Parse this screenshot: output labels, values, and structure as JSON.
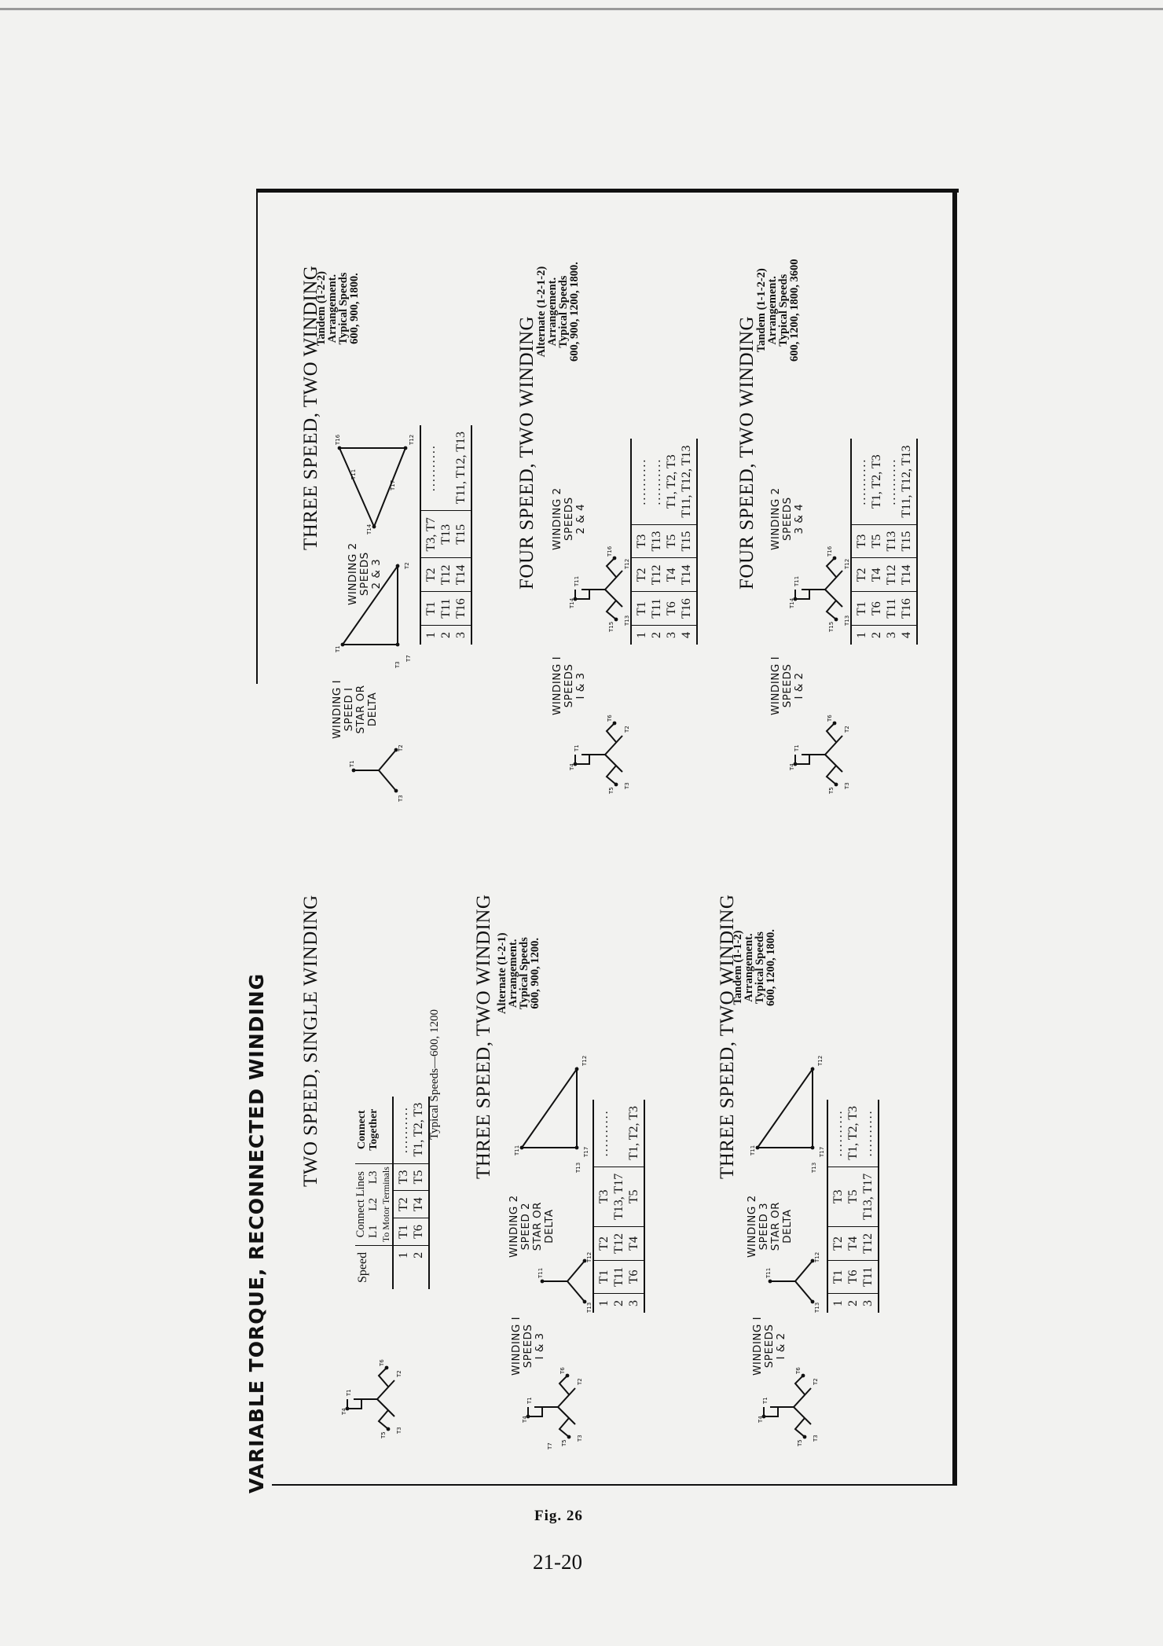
{
  "title": "VARIABLE TORQUE, RECONNECTED WINDING",
  "figure_caption": "Fig. 26",
  "page_number": "21-20",
  "left": {
    "two_speed_single": {
      "title": "TWO SPEED, SINGLE WINDING",
      "header_speed": "Speed",
      "header_connect_lines": "Connect Lines",
      "header_to_motor": "To Motor Terminals",
      "header_l1": "L1",
      "header_l2": "L2",
      "header_l3": "L3",
      "header_connect": "Connect",
      "header_together": "Together",
      "rows": [
        {
          "speed": "1",
          "l1": "T1",
          "l2": "T2",
          "l3": "T3",
          "together": ".........."
        },
        {
          "speed": "2",
          "l1": "T6",
          "l2": "T4",
          "l3": "T5",
          "together": "T1, T2, T3"
        }
      ],
      "typical": "Typical Speeds—600, 1200"
    },
    "three_speed_a": {
      "title": "THREE SPEED, TWO WINDING",
      "w1": [
        "WINDING I",
        "SPEEDS",
        "I & 3"
      ],
      "w2": [
        "WINDING 2",
        "SPEED 2",
        "STAR OR",
        "DELTA"
      ],
      "arr": [
        "Alternate (1-2-1)",
        "Arrangement.",
        "Typical Speeds",
        "600, 900, 1200."
      ],
      "rows": [
        {
          "speed": "1",
          "l1": "T1",
          "l2": "T2",
          "l3": "T3",
          "together": ".........."
        },
        {
          "speed": "2",
          "l1": "T11",
          "l2": "T12",
          "l3": "T13, T17",
          "together": ""
        },
        {
          "speed": "3",
          "l1": "T6",
          "l2": "T4",
          "l3": "T5",
          "together": "T1, T2, T3"
        }
      ]
    },
    "three_speed_b": {
      "title": "THREE SPEED, TWO WINDING",
      "w1": [
        "WINDING I",
        "SPEEDS",
        "I & 2"
      ],
      "w2": [
        "WINDING 2",
        "SPEED 3",
        "STAR OR",
        "DELTA"
      ],
      "arr": [
        "Tandem (1-1-2)",
        "Arrangement.",
        "Typical Speeds",
        "600, 1200, 1800."
      ],
      "rows": [
        {
          "speed": "1",
          "l1": "T1",
          "l2": "T2",
          "l3": "T3",
          "together": ".........."
        },
        {
          "speed": "2",
          "l1": "T6",
          "l2": "T4",
          "l3": "T5",
          "together": "T1, T2, T3"
        },
        {
          "speed": "3",
          "l1": "T11",
          "l2": "T12",
          "l3": "T13, T17",
          "together": ".........."
        }
      ]
    }
  },
  "right": {
    "three_speed_c": {
      "title": "THREE SPEED, TWO WINDING",
      "w1": [
        "WINDING I",
        "SPEED I",
        "STAR OR",
        "DELTA"
      ],
      "w2": [
        "WINDING 2",
        "SPEEDS",
        "2 & 3"
      ],
      "arr": [
        "Tandem (1-2-2)",
        "Arrangement.",
        "Typical Speeds",
        "600, 900, 1800."
      ],
      "rows": [
        {
          "speed": "1",
          "l1": "T1",
          "l2": "T2",
          "l3": "T3, T7",
          "together": ".........."
        },
        {
          "speed": "2",
          "l1": "T11",
          "l2": "T12",
          "l3": "T13",
          "together": ""
        },
        {
          "speed": "3",
          "l1": "T16",
          "l2": "T14",
          "l3": "T15",
          "together": "T11, T12, T13"
        }
      ]
    },
    "four_speed_a": {
      "title": "FOUR SPEED, TWO WINDING",
      "w1": [
        "WINDING I",
        "SPEEDS",
        "I & 3"
      ],
      "w2": [
        "WINDING 2",
        "SPEEDS",
        "2 & 4"
      ],
      "arr": [
        "Alternate (1-2-1-2)",
        "Arrangement.",
        "Typical Speeds",
        "600, 900, 1200, 1800."
      ],
      "rows": [
        {
          "speed": "1",
          "l1": "T1",
          "l2": "T2",
          "l3": "T3",
          "together": ".........."
        },
        {
          "speed": "2",
          "l1": "T11",
          "l2": "T12",
          "l3": "T13",
          "together": ".........."
        },
        {
          "speed": "3",
          "l1": "T6",
          "l2": "T4",
          "l3": "T5",
          "together": "T1, T2, T3"
        },
        {
          "speed": "4",
          "l1": "T16",
          "l2": "T14",
          "l3": "T15",
          "together": "T11, T12, T13"
        }
      ]
    },
    "four_speed_b": {
      "title": "FOUR SPEED, TWO WINDING",
      "w1": [
        "WINDING I",
        "SPEEDS",
        "I & 2"
      ],
      "w2": [
        "WINDING 2",
        "SPEEDS",
        "3 & 4"
      ],
      "arr": [
        "Tandem (1-1-2-2)",
        "Arrangement.",
        "Typical Speeds",
        "600, 1200, 1800, 3600"
      ],
      "rows": [
        {
          "speed": "1",
          "l1": "T1",
          "l2": "T2",
          "l3": "T3",
          "together": ".........."
        },
        {
          "speed": "2",
          "l1": "T6",
          "l2": "T4",
          "l3": "T5",
          "together": "T1, T2, T3"
        },
        {
          "speed": "3",
          "l1": "T11",
          "l2": "T12",
          "l3": "T13",
          "together": ".........."
        },
        {
          "speed": "4",
          "l1": "T16",
          "l2": "T14",
          "l3": "T15",
          "together": "T11, T12, T13"
        }
      ]
    }
  },
  "terminals": {
    "t1": "T1",
    "t2": "T2",
    "t3": "T3",
    "t4": "T4",
    "t5": "T5",
    "t6": "T6",
    "t7": "T7",
    "t11": "T11",
    "t12": "T12",
    "t13": "T13",
    "t14": "T14",
    "t15": "T15",
    "t16": "T16",
    "t17": "T17"
  }
}
